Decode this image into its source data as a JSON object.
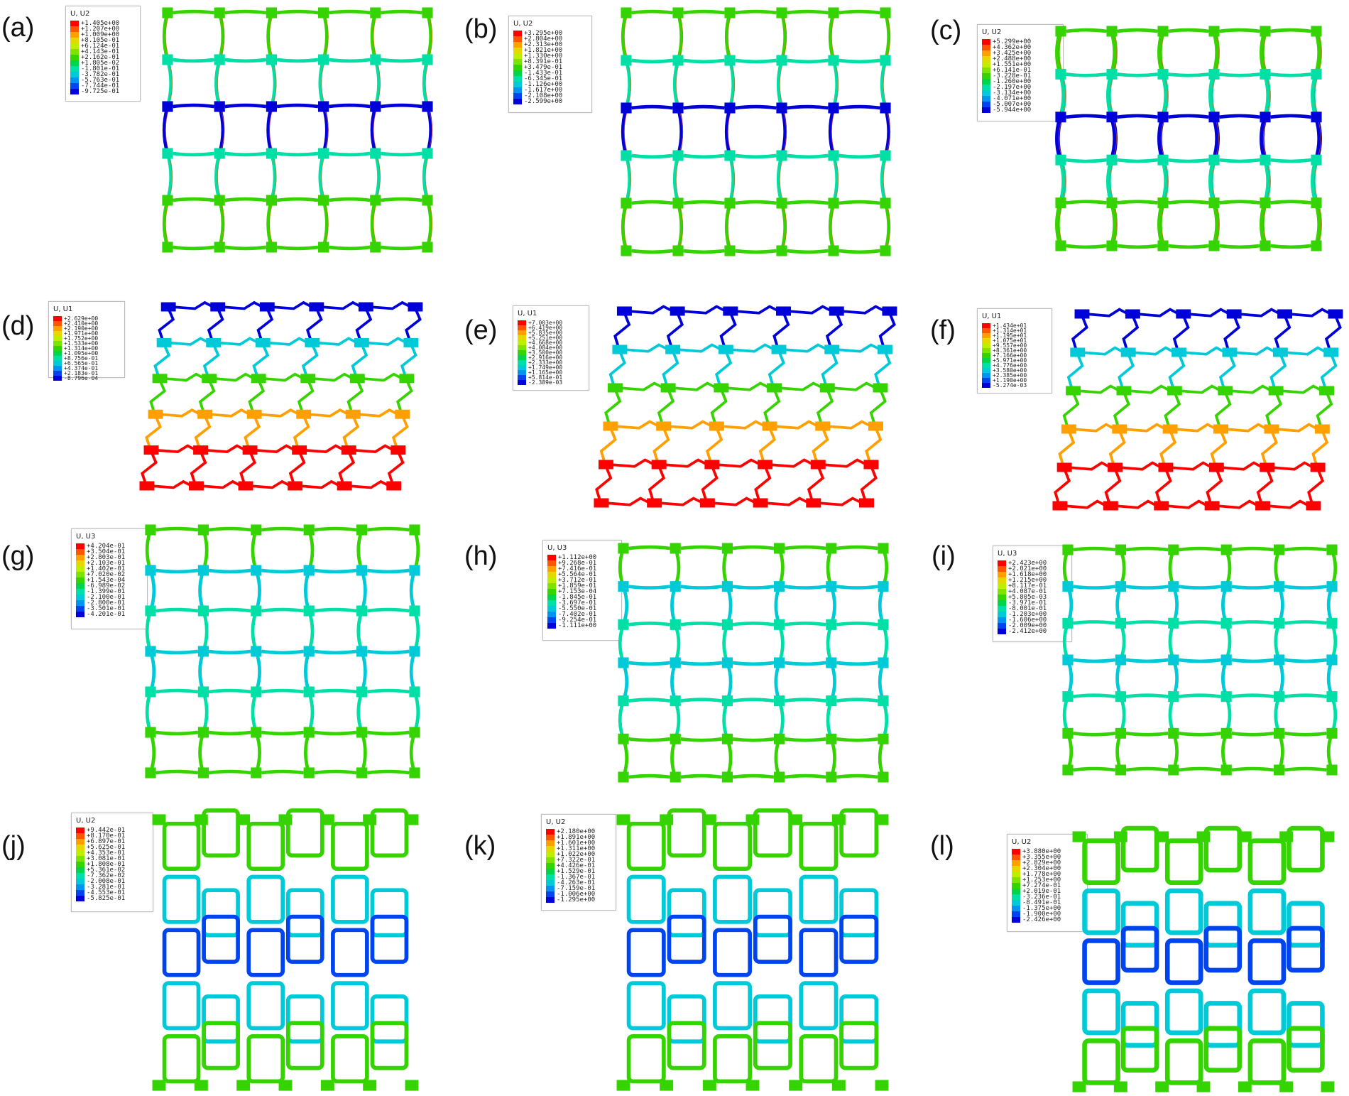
{
  "colormap": [
    "#ff0000",
    "#ff5400",
    "#ff9f00",
    "#e6d700",
    "#bfee00",
    "#7ee300",
    "#35d400",
    "#00d44a",
    "#00dfa6",
    "#00c9d8",
    "#0093f0",
    "#0044f0",
    "#0000d8"
  ],
  "panels": [
    {
      "label": "(a)",
      "legend_title": "U, U2",
      "legend_values": [
        "+1.405e+00",
        "+1.207e+00",
        "+1.009e+00",
        "+8.105e-01",
        "+6.124e-01",
        "+4.143e-01",
        "+2.162e-01",
        "+1.805e-02",
        "-1.801e-01",
        "-3.782e-01",
        "-5.763e-01",
        "-7.744e-01",
        "-9.725e-01"
      ]
    },
    {
      "label": "(b)",
      "legend_title": "U, U2",
      "legend_values": [
        "+3.295e+00",
        "+2.804e+00",
        "+2.313e+00",
        "+1.821e+00",
        "+1.330e+00",
        "+8.391e-01",
        "+3.479e-01",
        "-1.433e-01",
        "-6.345e-01",
        "-1.126e+00",
        "-1.617e+00",
        "-2.108e+00",
        "-2.599e+00"
      ]
    },
    {
      "label": "(c)",
      "legend_title": "U, U2",
      "legend_values": [
        "+5.299e+00",
        "+4.362e+00",
        "+3.425e+00",
        "+2.488e+00",
        "+1.551e+00",
        "+6.141e-01",
        "-3.228e-01",
        "-1.260e+00",
        "-2.197e+00",
        "-3.134e+00",
        "-4.071e+00",
        "-5.007e+00",
        "-5.944e+00"
      ]
    },
    {
      "label": "(d)",
      "legend_title": "U, U1",
      "legend_values": [
        "+2.629e+00",
        "+2.410e+00",
        "+2.190e+00",
        "+1.971e+00",
        "+1.752e+00",
        "+1.533e+00",
        "+1.314e+00",
        "+1.095e+00",
        "+8.756e-01",
        "+6.565e-01",
        "+4.374e-01",
        "+2.183e-01",
        "-8.796e-04"
      ]
    },
    {
      "label": "(e)",
      "legend_title": "U, U1",
      "legend_values": [
        "+7.003e+00",
        "+6.419e+00",
        "+5.835e+00",
        "+5.251e+00",
        "+4.668e+00",
        "+4.084e+00",
        "+3.500e+00",
        "+2.916e+00",
        "+2.333e+00",
        "+1.749e+00",
        "+1.165e+00",
        "+5.814e-01",
        "-2.389e-03"
      ]
    },
    {
      "label": "(f)",
      "legend_title": "U, U1",
      "legend_values": [
        "+1.434e+01",
        "+1.314e+01",
        "+1.195e+01",
        "+1.075e+01",
        "+9.557e+00",
        "+8.361e+00",
        "+7.166e+00",
        "+5.971e+00",
        "+4.776e+00",
        "+3.580e+00",
        "+2.385e+00",
        "+1.190e+00",
        "-5.274e-03"
      ]
    },
    {
      "label": "(g)",
      "legend_title": "U, U3",
      "legend_values": [
        "+4.204e-01",
        "+3.504e-01",
        "+2.803e-01",
        "+2.103e-01",
        "+1.402e-01",
        "+7.020e-02",
        "+1.543e-04",
        "-6.989e-02",
        "-1.399e-01",
        "-2.100e-01",
        "-2.800e-01",
        "-3.501e-01",
        "-4.201e-01"
      ]
    },
    {
      "label": "(h)",
      "legend_title": "U, U3",
      "legend_values": [
        "+1.112e+00",
        "+9.268e-01",
        "+7.416e-01",
        "+5.564e-01",
        "+3.712e-01",
        "+1.859e-01",
        "+7.153e-04",
        "-1.845e-01",
        "-3.697e-01",
        "-5.550e-01",
        "-7.402e-01",
        "-9.254e-01",
        "-1.111e+00"
      ]
    },
    {
      "label": "(i)",
      "legend_title": "U, U3",
      "legend_values": [
        "+2.423e+00",
        "+2.021e+00",
        "+1.618e+00",
        "+1.215e+00",
        "+8.117e-01",
        "+4.087e-01",
        "+5.805e-03",
        "-3.971e-01",
        "-8.001e-01",
        "-1.203e+00",
        "-1.606e+00",
        "-2.009e+00",
        "-2.412e+00"
      ]
    },
    {
      "label": "(j)",
      "legend_title": "U, U2",
      "legend_values": [
        "+9.442e-01",
        "+8.170e-01",
        "+6.897e-01",
        "+5.625e-01",
        "+4.353e-01",
        "+3.081e-01",
        "+1.808e-01",
        "+5.361e-02",
        "-7.362e-02",
        "-2.008e-01",
        "-3.281e-01",
        "-4.553e-01",
        "-5.825e-01"
      ]
    },
    {
      "label": "(k)",
      "legend_title": "U, U2",
      "legend_values": [
        "+2.180e+00",
        "+1.891e+00",
        "+1.601e+00",
        "+1.311e+00",
        "+1.022e+00",
        "+7.322e-01",
        "+4.426e-01",
        "+1.529e-01",
        "-1.367e-01",
        "-4.263e-01",
        "-7.159e-01",
        "-1.006e+00",
        "-1.295e+00"
      ]
    },
    {
      "label": "(l)",
      "legend_title": "U, U2",
      "legend_values": [
        "+3.880e+00",
        "+3.355e+00",
        "+2.829e+00",
        "+2.304e+00",
        "+1.778e+00",
        "+1.253e+00",
        "+7.274e-01",
        "+2.019e-01",
        "-3.236e-01",
        "-8.491e-01",
        "-1.375e+00",
        "-1.900e+00",
        "-2.426e+00"
      ]
    }
  ]
}
